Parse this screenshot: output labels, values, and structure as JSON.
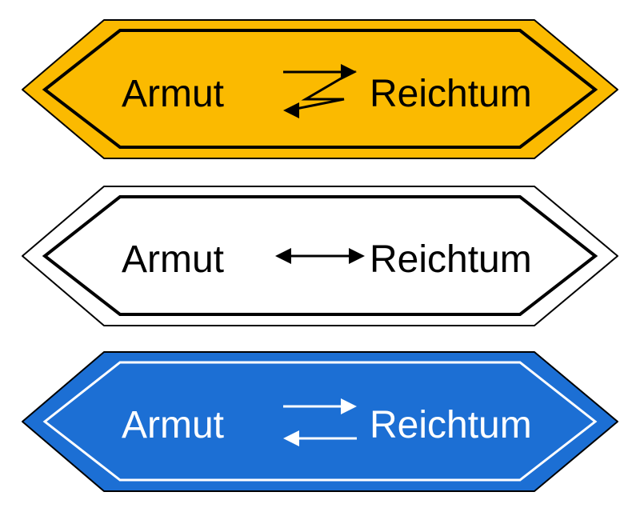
{
  "signs": [
    {
      "id": "yellow",
      "left_label": "Armut",
      "right_label": "Reichtum",
      "arrow_type": "zigzag-opposing-arrows",
      "colors": {
        "fill": "#FBBA00",
        "border": "#000000",
        "text": "#000000"
      }
    },
    {
      "id": "white",
      "left_label": "Armut",
      "right_label": "Reichtum",
      "arrow_type": "double-headed-arrow",
      "colors": {
        "fill": "#FFFFFF",
        "border": "#000000",
        "text": "#000000"
      }
    },
    {
      "id": "blue",
      "left_label": "Armut",
      "right_label": "Reichtum",
      "arrow_type": "parallel-opposing-arrows",
      "colors": {
        "fill": "#1C6FD4",
        "border": "#FFFFFF",
        "text": "#FFFFFF"
      }
    }
  ]
}
